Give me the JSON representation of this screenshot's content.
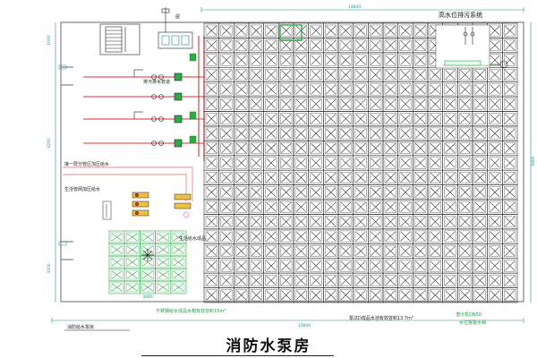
{
  "title": "消防水泵房",
  "labels": {
    "sewage_system": "高水位排污系统",
    "drain_pipe": "排污排水管道",
    "pipe_left_1": "接一层分管区加压给水",
    "pipe_left_2": "生活管网加压给水",
    "tank_note": "生活给水成品",
    "bottom_note_left": "不锈钢给水成品水箱有效容积15m³",
    "bottom_note_right": "泵坑D成品水池有效容积13.7m³",
    "green_label_1": "潜污泵DN50",
    "green_label_2": "水位报警水阀",
    "bottom_left_note": "消防给水泵房",
    "top_mark": "屋",
    "dim_top": "14600",
    "dim_bottom": "15600",
    "dim_tank": "3000",
    "dim_left_upper": "4200",
    "dim_left_lower": "3200",
    "dim_left_mid": "1000",
    "dim_right": "9400"
  },
  "colors": {
    "grid_line": "#222222",
    "pipe_red": "#e03030",
    "pipe_pink": "#e8a8a8",
    "equipment_green": "#2ea84a",
    "dimension": "#2a8a8a",
    "tank": "#2ea84a"
  },
  "grid": {
    "rows": 19,
    "cols": 21,
    "tank_rows": 5,
    "tank_cols": 5
  }
}
